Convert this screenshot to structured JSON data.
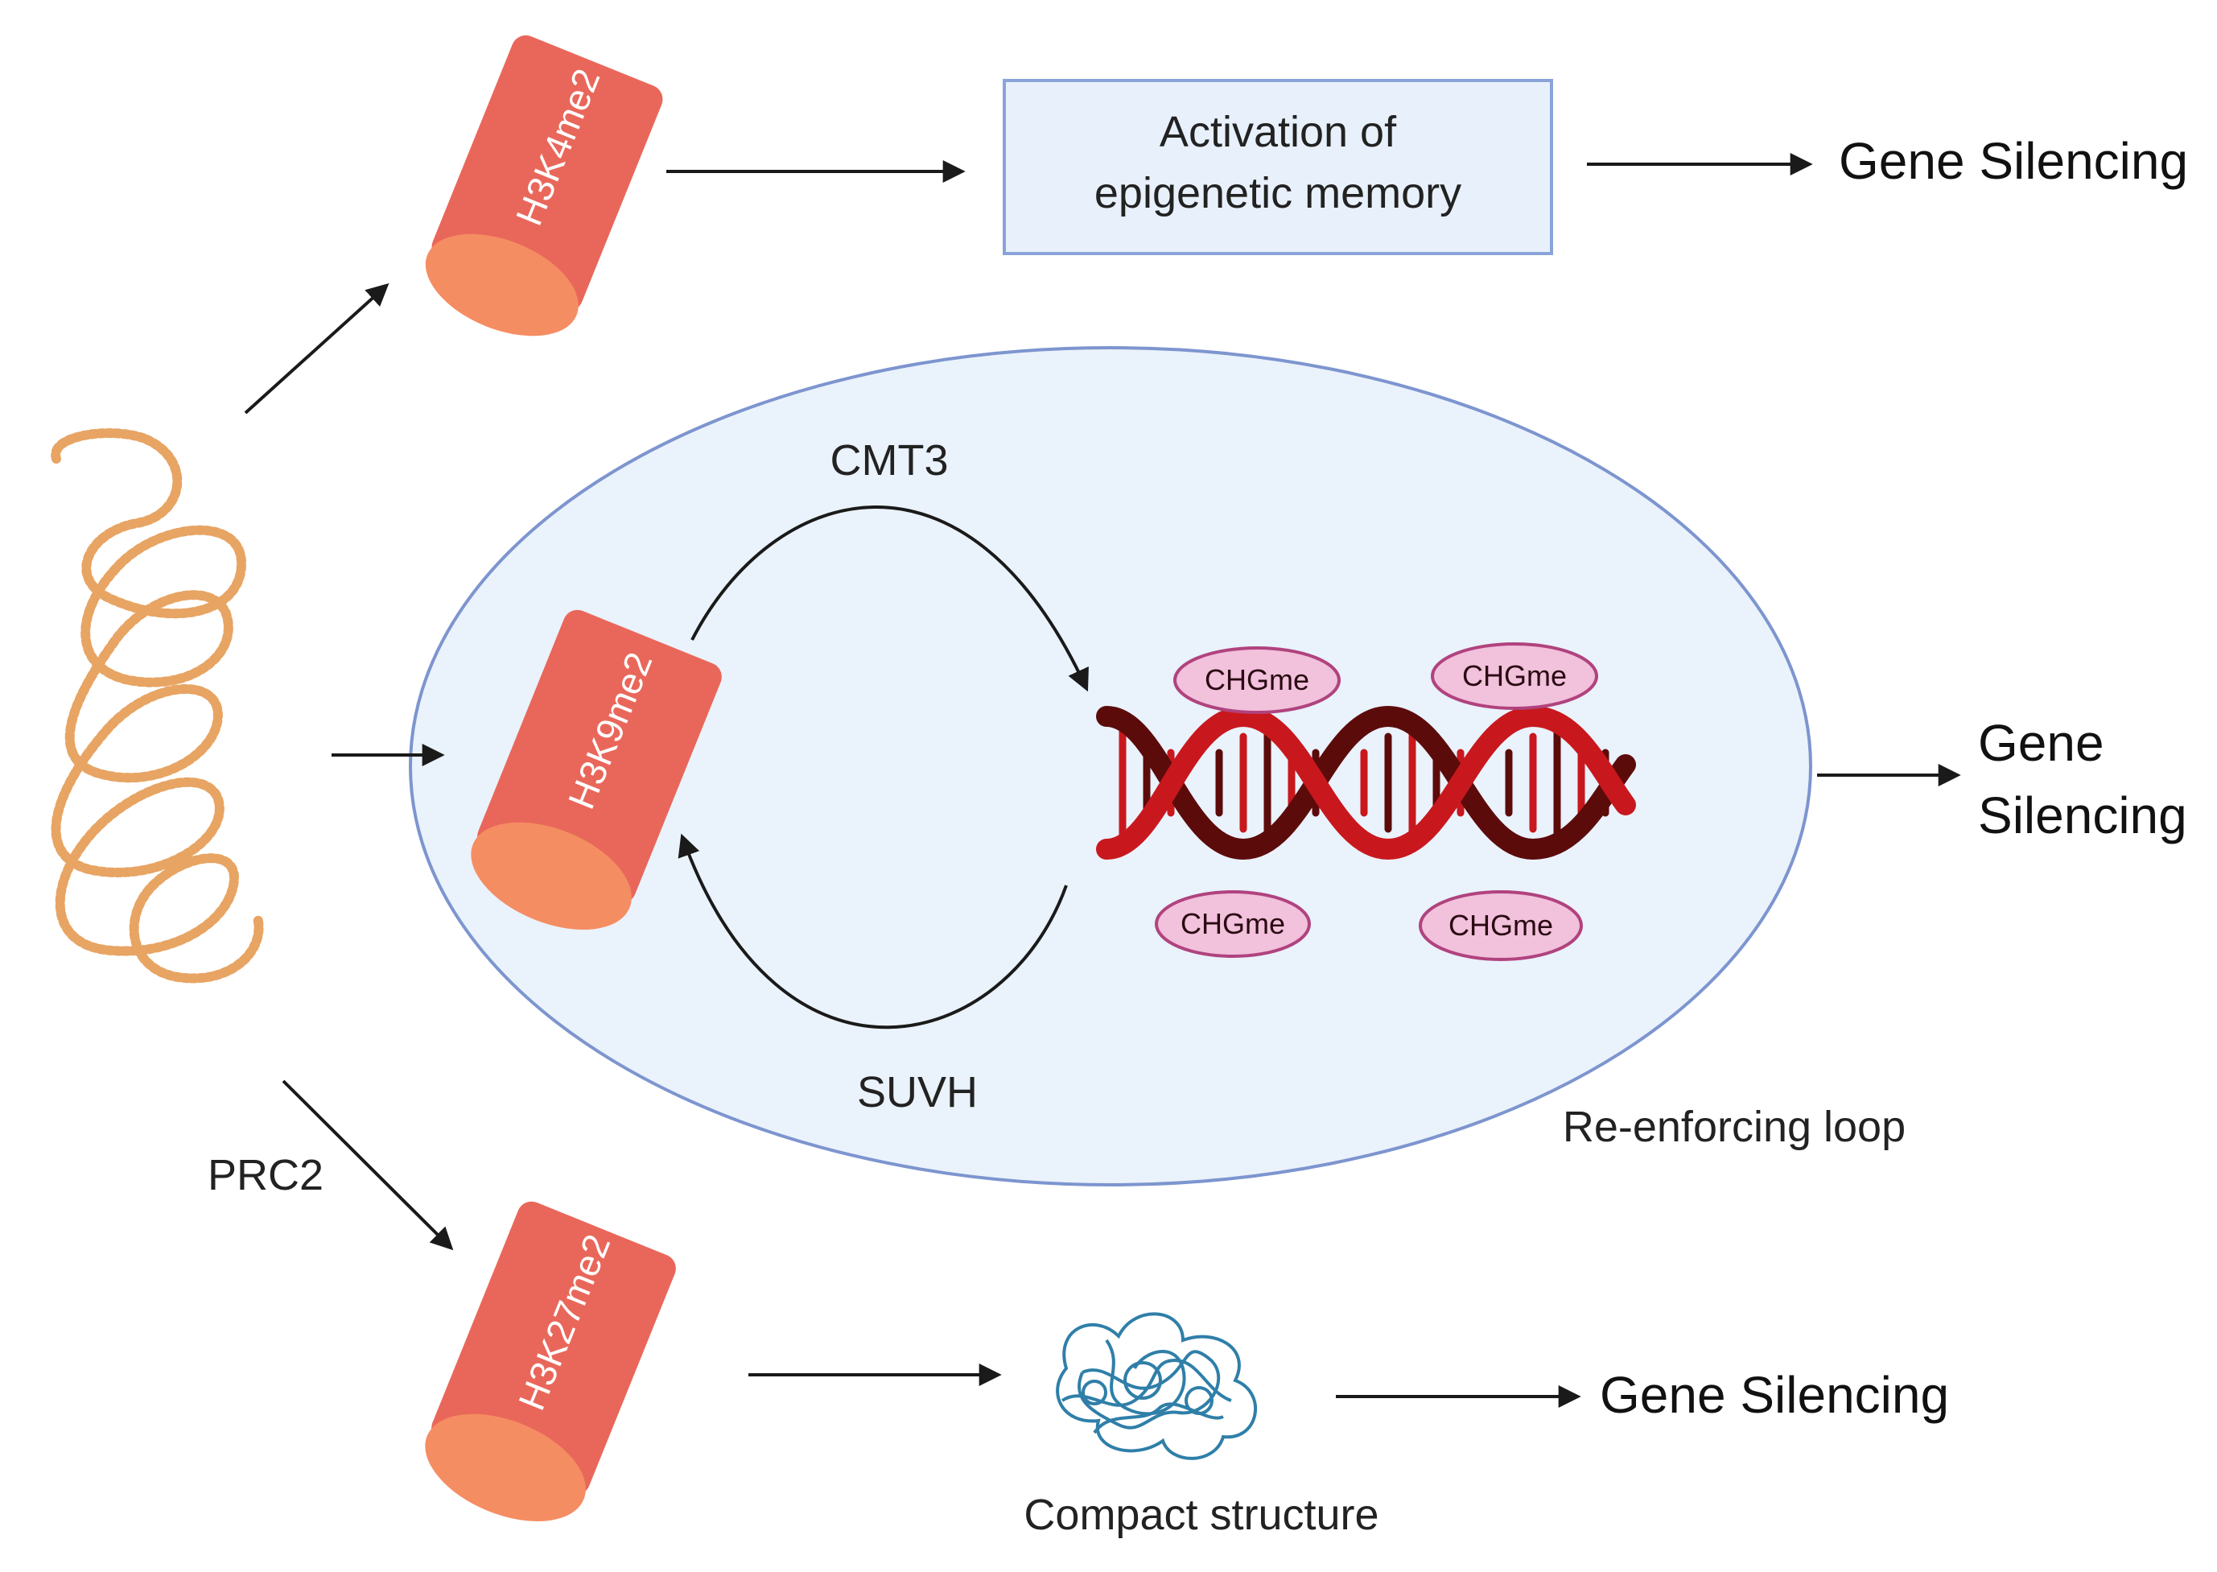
{
  "histone_marks": {
    "top": "H3K4me2",
    "middle": "H3K9me2",
    "bottom": "H3K27me2"
  },
  "top_row": {
    "memory_line1": "Activation of",
    "memory_line2": "epigenetic memory",
    "outcome": "Gene Silencing"
  },
  "loop": {
    "forward_enzyme": "CMT3",
    "reverse_enzyme": "SUVH",
    "caption": "Re-enforcing loop",
    "outcome_line1": "Gene",
    "outcome_line2": "Silencing",
    "methyl_tags": [
      "CHGme",
      "CHGme",
      "CHGme",
      "CHGme"
    ]
  },
  "bottom_row": {
    "complex": "PRC2",
    "structure_label": "Compact structure",
    "outcome": "Gene Silencing"
  },
  "colors": {
    "drum_side": "#e9675a",
    "drum_top": "#f58d63",
    "ellipse_fill": "#eaf2fb",
    "ellipse_stroke": "#7d95cf",
    "box_fill": "#e8f0fb",
    "box_stroke": "#8aa3d8",
    "chromatin": "#e7a463",
    "dna_dark": "#5c0b0b",
    "dna_red": "#c8181e",
    "tag_fill": "#f2c1dc",
    "tag_stroke": "#b0437e",
    "compact": "#2f7fa8",
    "arrow": "#1a1a1a"
  }
}
